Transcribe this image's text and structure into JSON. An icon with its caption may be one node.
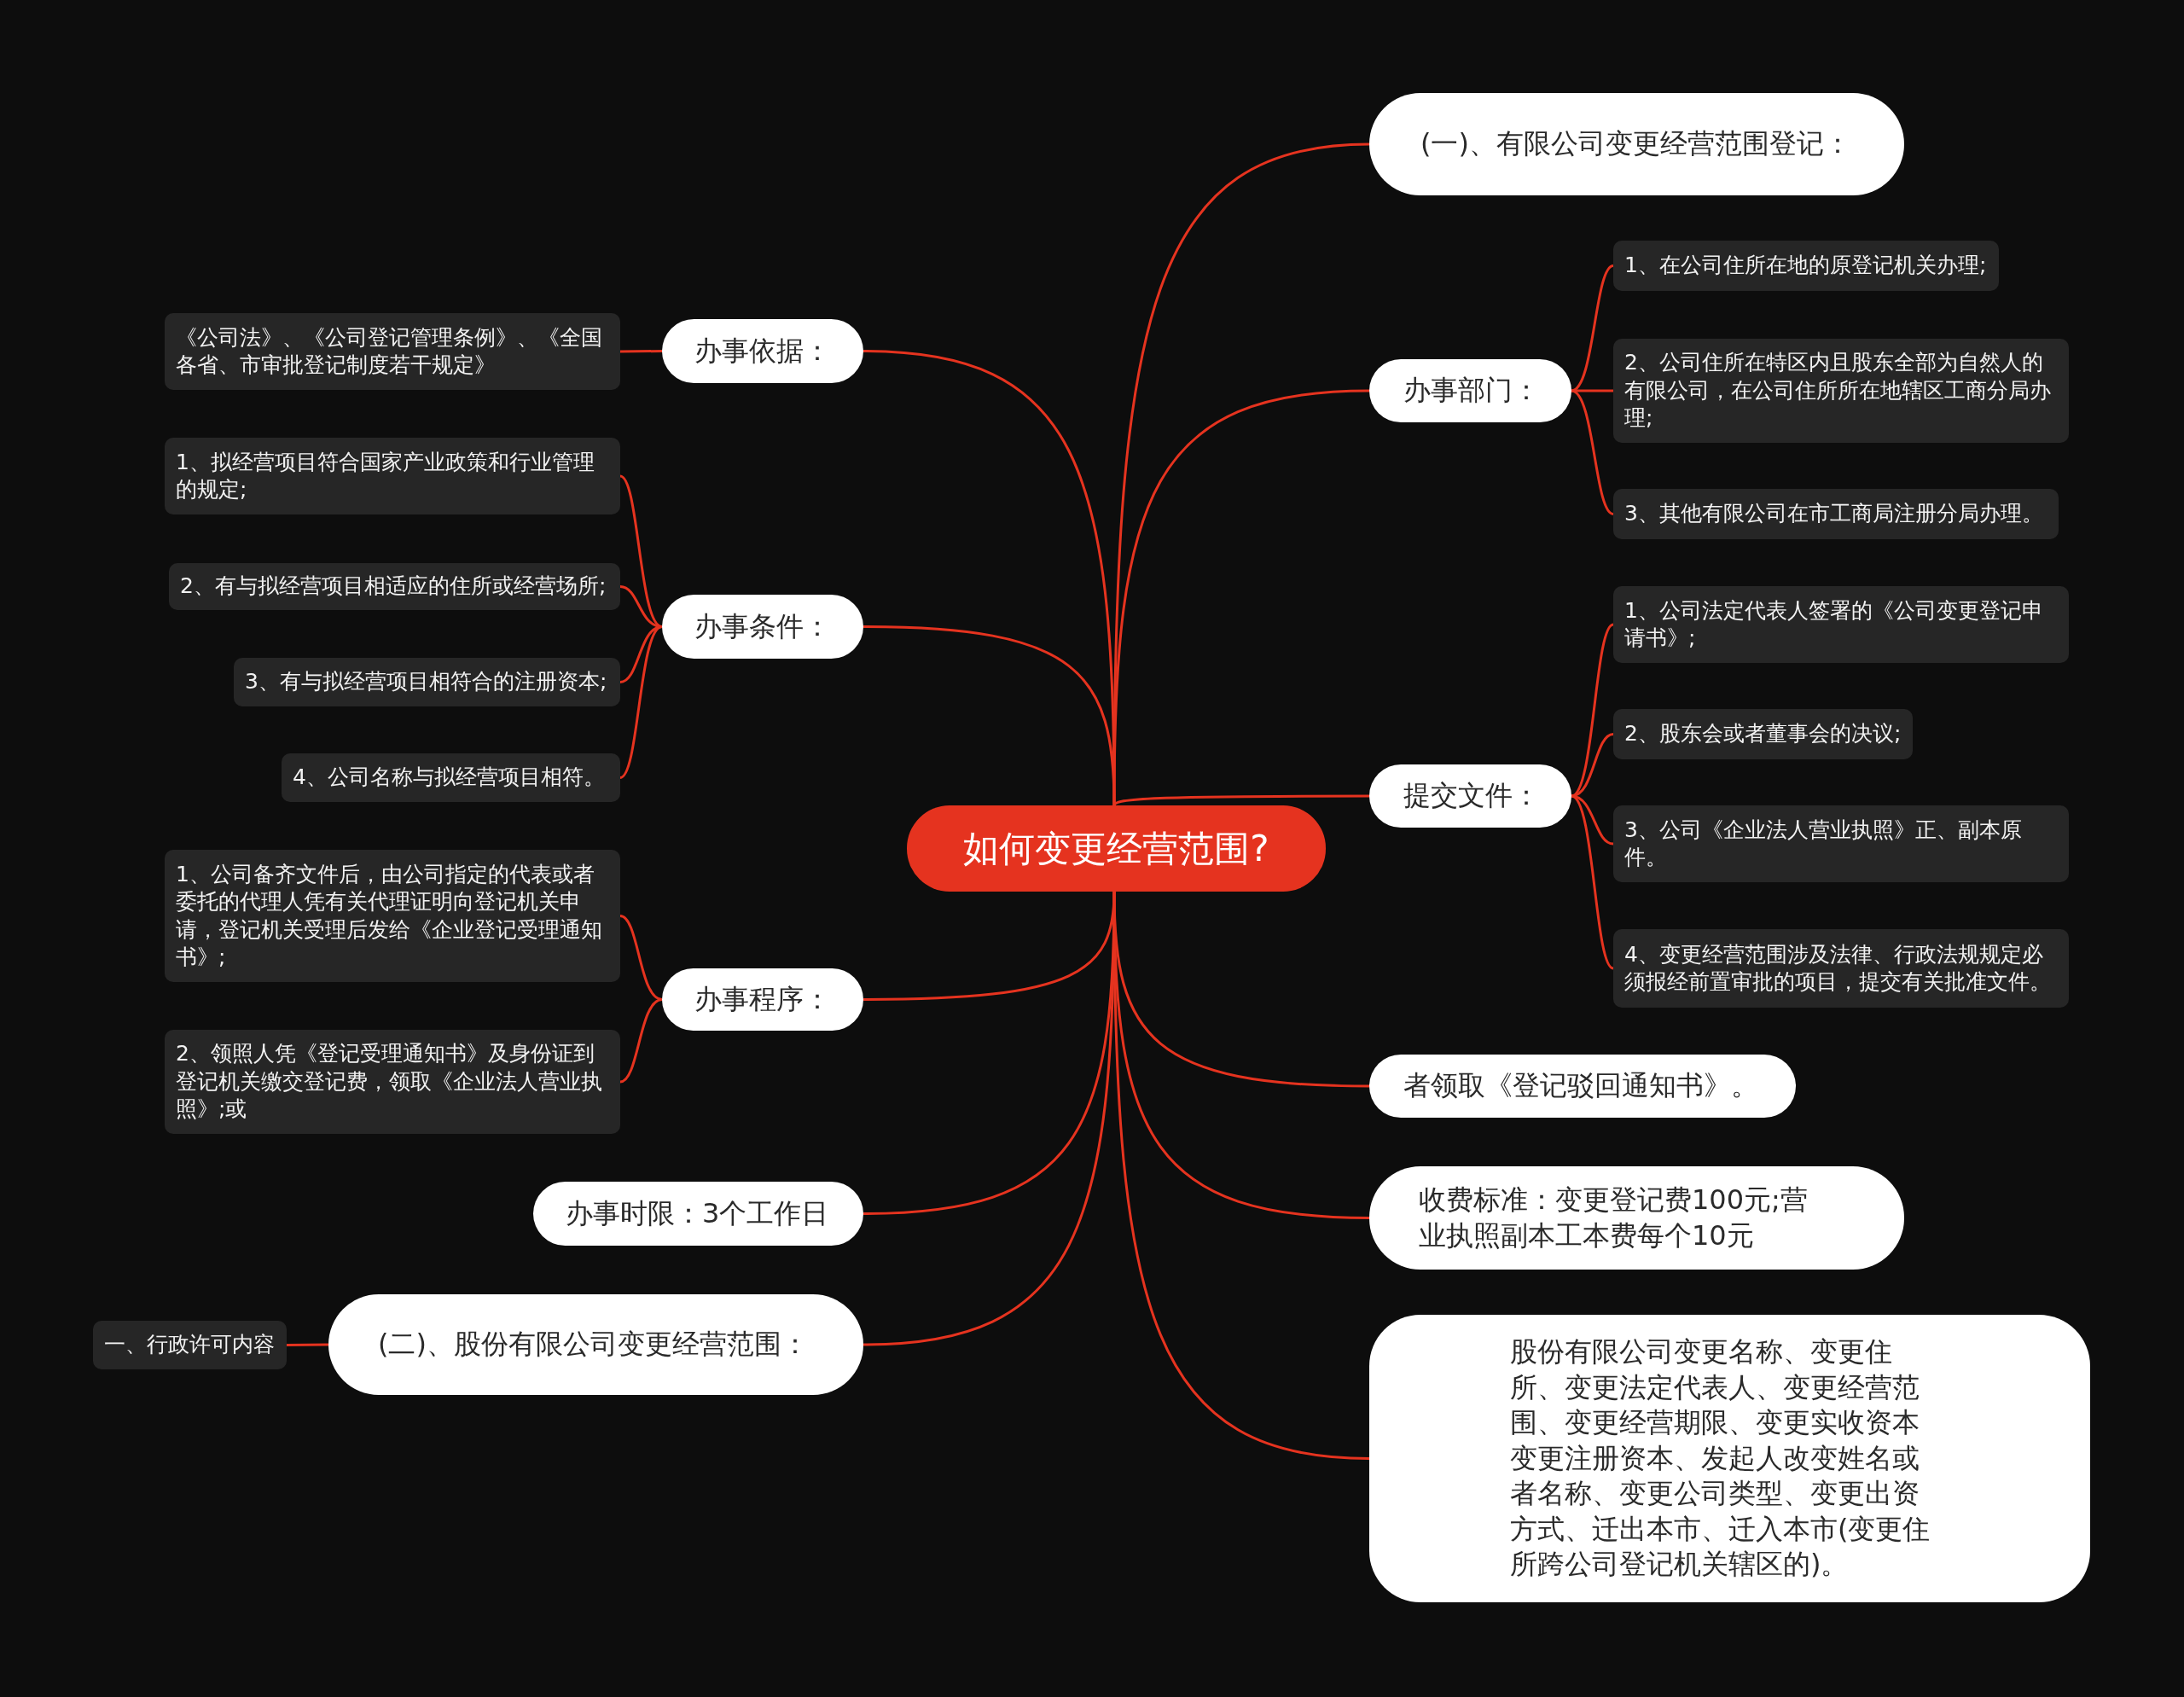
{
  "diagram": {
    "nodes": [
      {
        "text": [
          "如何变更经营范围?"
        ]
      },
      {
        "text": [
          "(一)、有限公司变更经营范围登记："
        ]
      },
      {
        "text": [
          "办事部门："
        ]
      },
      {
        "text": [
          "1、在公司住所在地的原登记机关办理;"
        ]
      },
      {
        "text": [
          "2、公司住所在特区内且股东全部为自然人的有限公司，在公司住所所在地辖区工商分局办理;"
        ]
      },
      {
        "text": [
          "3、其他有限公司在市工商局注册分局办理。"
        ]
      },
      {
        "text": [
          "提交文件："
        ]
      },
      {
        "text": [
          "1、公司法定代表人签署的《公司变更登记申请书》;"
        ]
      },
      {
        "text": [
          "2、股东会或者董事会的决议;"
        ]
      },
      {
        "text": [
          "3、公司《企业法人营业执照》正、副本原件。"
        ]
      },
      {
        "text": [
          "4、变更经营范围涉及法律、行政法规规定必须报经前置审批的项目，提交有关批准文件。"
        ]
      },
      {
        "text": [
          "者领取《登记驳回通知书》。"
        ]
      },
      {
        "text": [
          "收费标准：变更登记费100元;营业执照副本工本费每个10元"
        ]
      },
      {
        "text": [
          "股份有限公司变更名称、变更住所、变更法定代表人、变更经营范围、变更经营期限、变更实收资本变更注册资本、发起人改变姓名或者名称、变更公司类型、变更出资方式、迁出本市、迁入本市(变更住所跨公司登记机关辖区的)。"
        ]
      },
      {
        "text": [
          "办事依据："
        ]
      },
      {
        "text": [
          "《公司法》、《公司登记管理条例》、《全国各省、市审批登记制度若干规定》"
        ]
      },
      {
        "text": [
          "办事条件："
        ]
      },
      {
        "text": [
          "1、拟经营项目符合国家产业政策和行业管理的规定;"
        ]
      },
      {
        "text": [
          "2、有与拟经营项目相适应的住所或经营场所;"
        ]
      },
      {
        "text": [
          "3、有与拟经营项目相符合的注册资本;"
        ]
      },
      {
        "text": [
          "4、公司名称与拟经营项目相符。"
        ]
      },
      {
        "text": [
          "办事程序："
        ]
      },
      {
        "text": [
          "1、公司备齐文件后，由公司指定的代表或者委托的代理人凭有关代理证明向登记机关申请，登记机关受理后发给《企业登记受理通知书》;"
        ]
      },
      {
        "text": [
          "2、领照人凭《登记受理通知书》及身份证到登记机关缴交登记费，领取《企业法人营业执照》;或"
        ]
      },
      {
        "text": [
          "办事时限：3个工作日"
        ]
      },
      {
        "text": [
          "(二)、股份有限公司变更经营范围："
        ]
      },
      {
        "text": [
          "一、行政许可内容"
        ]
      }
    ],
    "edges": [
      {
        "from": 0,
        "to": 1,
        "arrow": "none"
      },
      {
        "from": 0,
        "to": 2,
        "arrow": "none"
      },
      {
        "from": 2,
        "to": 3,
        "arrow": "none"
      },
      {
        "from": 2,
        "to": 4,
        "arrow": "none"
      },
      {
        "from": 2,
        "to": 5,
        "arrow": "none"
      },
      {
        "from": 0,
        "to": 6,
        "arrow": "none"
      },
      {
        "from": 6,
        "to": 7,
        "arrow": "none"
      },
      {
        "from": 6,
        "to": 8,
        "arrow": "none"
      },
      {
        "from": 6,
        "to": 9,
        "arrow": "none"
      },
      {
        "from": 6,
        "to": 10,
        "arrow": "none"
      },
      {
        "from": 0,
        "to": 11,
        "arrow": "none"
      },
      {
        "from": 0,
        "to": 12,
        "arrow": "none"
      },
      {
        "from": 0,
        "to": 13,
        "arrow": "none"
      },
      {
        "from": 0,
        "to": 14,
        "arrow": "none"
      },
      {
        "from": 14,
        "to": 15,
        "arrow": "none"
      },
      {
        "from": 0,
        "to": 16,
        "arrow": "none"
      },
      {
        "from": 16,
        "to": 17,
        "arrow": "none"
      },
      {
        "from": 16,
        "to": 18,
        "arrow": "none"
      },
      {
        "from": 16,
        "to": 19,
        "arrow": "none"
      },
      {
        "from": 16,
        "to": 20,
        "arrow": "none"
      },
      {
        "from": 0,
        "to": 21,
        "arrow": "none"
      },
      {
        "from": 21,
        "to": 22,
        "arrow": "none"
      },
      {
        "from": 21,
        "to": 23,
        "arrow": "none"
      },
      {
        "from": 0,
        "to": 24,
        "arrow": "none"
      },
      {
        "from": 0,
        "to": 25,
        "arrow": "none"
      },
      {
        "from": 25,
        "to": 26,
        "arrow": "none"
      }
    ]
  }
}
